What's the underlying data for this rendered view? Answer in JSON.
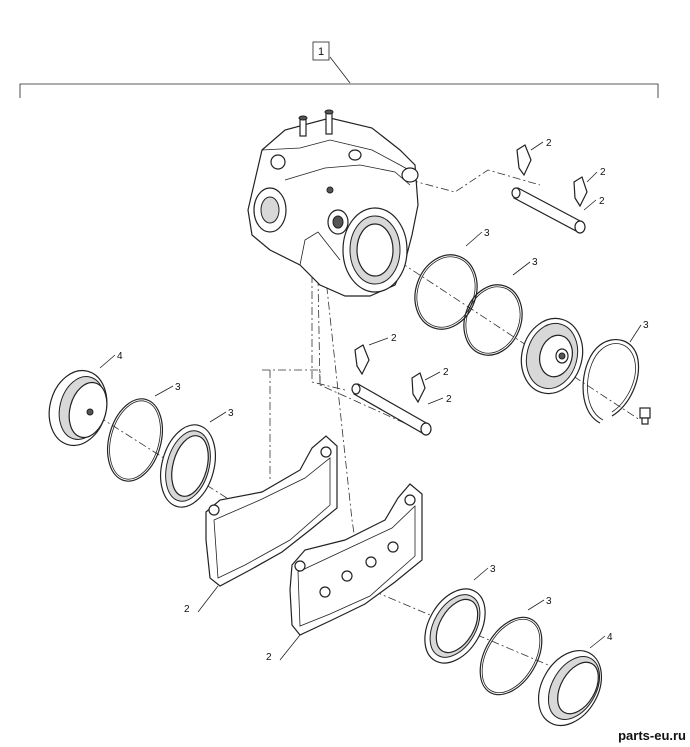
{
  "assembly": {
    "label": "1"
  },
  "callouts": {
    "pin_clip_top_a": "2",
    "pin_clip_top_b": "2",
    "pin_top": "2",
    "ring_upper_a": "3",
    "ring_upper_b": "3",
    "piston_right_ring": "3",
    "pin_clip_mid_a": "2",
    "pin_clip_mid_b": "2",
    "pin_mid": "2",
    "cap_left": "4",
    "ring_left_a": "3",
    "ring_left_b": "3",
    "pad_left": "2",
    "pad_right": "2",
    "ring_lower_a": "3",
    "ring_lower_b": "3",
    "cap_lower": "4"
  },
  "watermark": "parts-eu.ru"
}
